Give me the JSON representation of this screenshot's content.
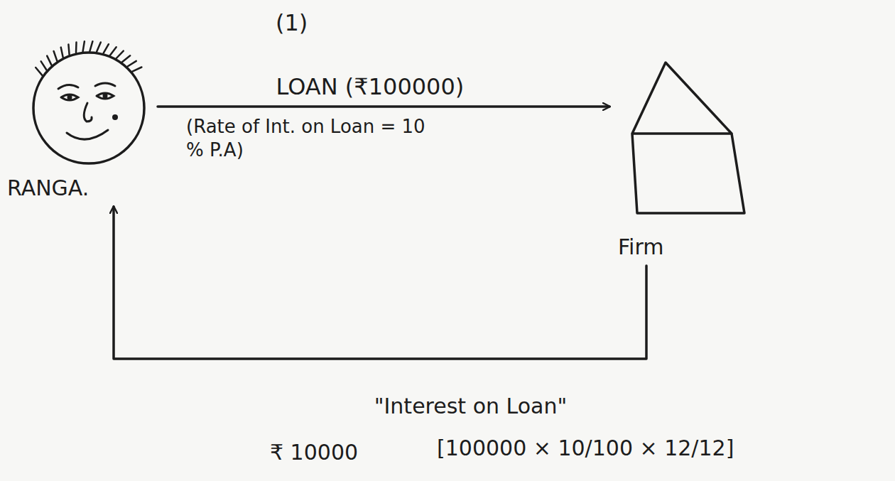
{
  "diagram": {
    "nodes": [
      {
        "text": [
          "RANGA."
        ]
      },
      {
        "text": [
          "Firm"
        ]
      }
    ],
    "edges": [
      {
        "from": 0,
        "to": 1,
        "arrow": "to",
        "label": "LOAN (₹100000)"
      },
      {
        "from": 1,
        "to": 0,
        "arrow": "to",
        "label": "\"Interest on Loan\""
      }
    ],
    "labels": [
      "(1)",
      "(Rate of Int. on Loan = 10 % P.A)",
      "₹ 10000",
      "[100000 × 10/100 × 12/12]"
    ]
  }
}
